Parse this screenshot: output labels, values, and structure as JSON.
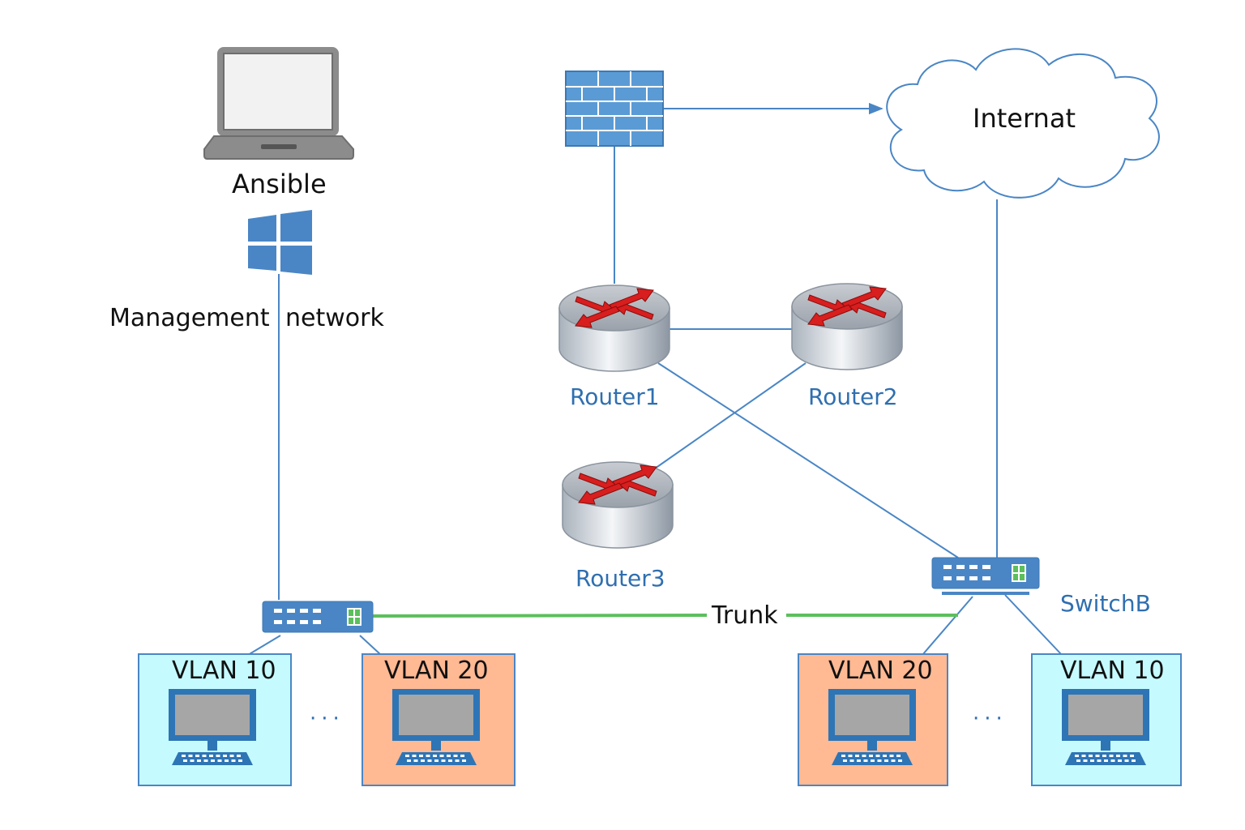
{
  "labels": {
    "ansible": "Ansible",
    "management": "Management",
    "network": "network",
    "internet": "Internat",
    "router1": "Router1",
    "router2": "Router2",
    "router3": "Router3",
    "switch_b": "SwitchB",
    "trunk": "Trunk"
  },
  "vlans": [
    {
      "label": "VLAN 10",
      "color": "#c5fbff"
    },
    {
      "label": "VLAN 20",
      "color": "#ffb993"
    },
    {
      "label": "VLAN 20",
      "color": "#ffb993"
    },
    {
      "label": "VLAN 10",
      "color": "#c5fbff"
    }
  ],
  "ellipsis": "···",
  "colors": {
    "link": "#4a86c5",
    "trunk": "#5cbf5c",
    "device_blue": "#4a86c5",
    "router_arrow": "#d81e1e"
  },
  "icons": [
    "laptop-icon",
    "windows-icon",
    "firewall-icon",
    "cloud-icon",
    "router-icon",
    "switch-icon",
    "desktop-icon"
  ]
}
